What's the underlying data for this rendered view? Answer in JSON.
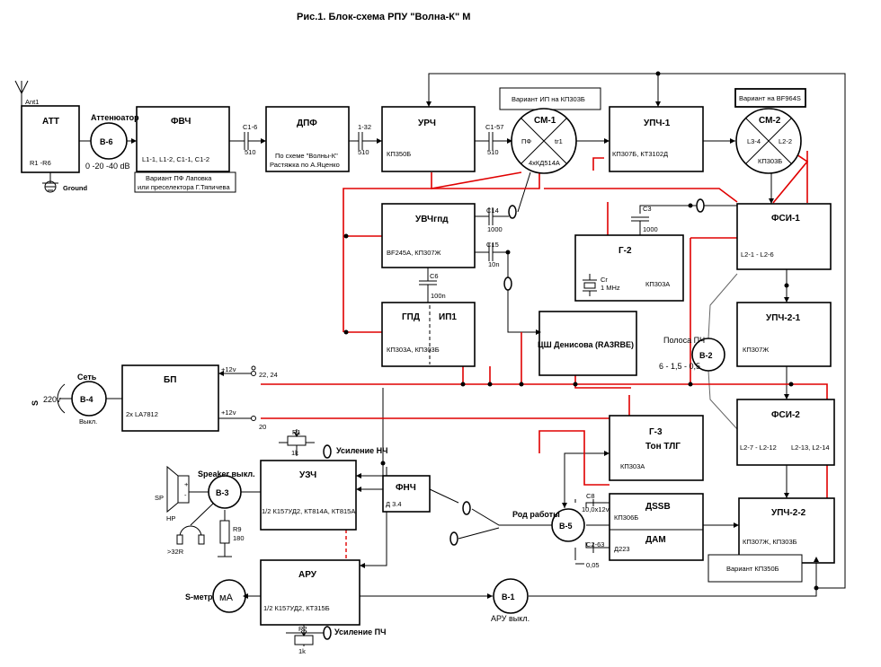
{
  "title": "Рис.1. Блок-схема РПУ \"Волна-К\" М",
  "blocks": {
    "att": {
      "name": "АТТ",
      "sub": "R1 -R6"
    },
    "fvch": {
      "name": "ФВЧ",
      "sub": "L1-1, L1-2, C1-1, C1-2"
    },
    "dpf": {
      "name": "ДПФ",
      "sub1": "По схеме \"Волны-К\"",
      "sub2": "Растяжка по А.Яценко"
    },
    "urch": {
      "name": "УРЧ",
      "sub": "КП350Б"
    },
    "upch1": {
      "name": "УПЧ-1",
      "sub": "КП307Б, КТ3102Д"
    },
    "uvch": {
      "name": "УВЧгпд",
      "sub": "BF245A, КП307Ж"
    },
    "g2": {
      "name": "Г-2",
      "sub1": "Cr",
      "sub2": "1 MHz",
      "sub3": "КП303А"
    },
    "fsi1": {
      "name": "ФСИ-1",
      "sub": "L2-1 - L2-6"
    },
    "gpd": {
      "name1": "ГПД",
      "name2": "ИП1",
      "sub": "КП303А, КП303Б"
    },
    "csh": {
      "name": "ЦШ Денисова (RA3RBE)"
    },
    "upch21": {
      "name": "УПЧ-2-1",
      "sub": "КП307Ж"
    },
    "bp": {
      "name": "БП",
      "sub": "2x LA7812"
    },
    "fsi2": {
      "name": "ФСИ-2",
      "sub1": "L2-7 - L2-12",
      "sub2": "L2-13, L2-14"
    },
    "g3": {
      "name1": "Г-3",
      "name2": "Тон ТЛГ",
      "sub": "КП303А"
    },
    "uzch": {
      "name": "УЗЧ",
      "sub": "1/2 К157УД2, КТ814А, КТ815А"
    },
    "fnch": {
      "name": "ФНЧ",
      "sub": "Д 3.4"
    },
    "dssb": {
      "name1": "ДSSB",
      "sub1": "КП306Б",
      "name2": "ДАМ",
      "sub2": "Д223"
    },
    "upch22": {
      "name": "УПЧ-2-2",
      "sub": "КП307Ж, КП303Б"
    },
    "aru": {
      "name": "АРУ",
      "sub": "1/2 К157УД2, КТ315Б"
    }
  },
  "mixers": {
    "cm1": {
      "name": "СМ-1",
      "left": "ПФ",
      "right": "tr1",
      "bottom": "4хКД514А"
    },
    "cm2": {
      "name": "СМ-2",
      "left": "L3-4",
      "right": "L2-2",
      "bottom": "КП303Б"
    }
  },
  "switches": {
    "b6": "В-6",
    "b4": "В-4",
    "b3": "В-3",
    "b2": "В-2",
    "b5": "В-5",
    "b1": "В-1"
  },
  "notes": {
    "variant_ip": "Вариант ИП на КП303Б",
    "variant_bf": "Вариант на BF964S",
    "variant_pf": "Вариант ПФ Лаповка",
    "variant_pf2": "или преселектора Г.Тяпичева",
    "variant_kp": "Вариант КП350Б"
  },
  "labels": {
    "ant": "Ant1",
    "ground": "Ground",
    "attenuator": "Аттенюатор",
    "att_values": "0 -20 -40 dB",
    "c16": "C1-6",
    "c16v": "510",
    "c132": "1-32",
    "c132v": "510",
    "c157": "C1-57",
    "c157v": "510",
    "c14": "C14",
    "c14v": "1000",
    "c15": "C15",
    "c15v": "10n",
    "c6": "C6",
    "c6v": "100n",
    "c3": "C3",
    "c3v": "1000",
    "polosa": "Полоса ПЧ",
    "polosa_vals": "6 - 1,5 - 0,5",
    "set": "Сеть",
    "s": "S",
    "v220": "220v",
    "vykl": "Выкл.",
    "p12a": "+12v",
    "p12b": "+12v",
    "n2224": "22, 24",
    "n20": "20",
    "r1": "R1",
    "r1v": "1k",
    "usil_nch": "Усиление НЧ",
    "speaker": "Speaker выкл.",
    "sp": "SP",
    "hp": "HP",
    "hp_r": ">32R",
    "r9": "R9",
    "r9v": "180",
    "rod": "Род работы",
    "c8": "C8",
    "c8v": "10,0x12v",
    "c263": "C2-63",
    "c263v": "0,05",
    "smeter": "S-метр",
    "ma": "мА",
    "r2": "R2",
    "r2v": "1k",
    "usil_pch": "Усиление ПЧ",
    "aru_vykl": "АРУ выкл."
  }
}
